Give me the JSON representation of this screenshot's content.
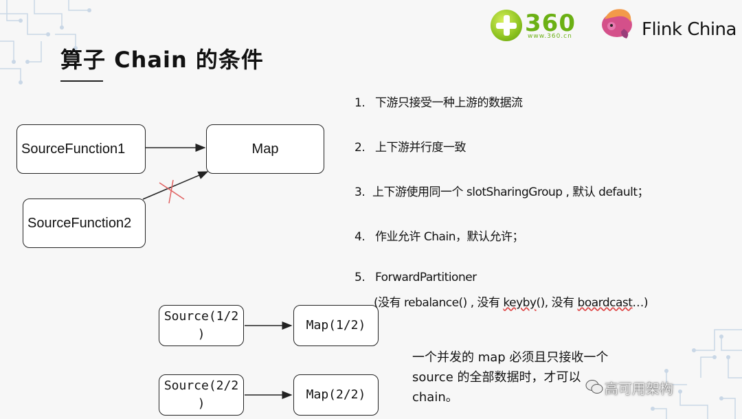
{
  "title": "算子 Chain 的条件",
  "logos": {
    "brand360": "360",
    "brand360_url": "www.360.cn",
    "flink": "Flink China"
  },
  "diagram_top": {
    "source1": "SourceFunction1",
    "source2": "SourceFunction2",
    "map": "Map"
  },
  "conditions": [
    {
      "num": "1.",
      "text": "下游只接受一种上游的数据流"
    },
    {
      "num": "2.",
      "text": "上下游并行度一致"
    },
    {
      "num": "3.",
      "text": "上下游使用同一个 slotSharingGroup , 默认 default；"
    },
    {
      "num": "4.",
      "text": "作业允许 Chain，默认允许；"
    },
    {
      "num": "5.",
      "text": "ForwardPartitioner"
    }
  ],
  "condition5_detail": {
    "part1": "(没有 rebalance() , 没有 ",
    "keyby": "keyby",
    "part2": "(), 没有 ",
    "boardcast": "boardcast",
    "part3": "…)"
  },
  "diagram_bottom": {
    "source_a_line1": "Source(1/2",
    "source_a_line2": ")",
    "map_a": "Map(1/2)",
    "source_b_line1": "Source(2/2",
    "source_b_line2": ")",
    "map_b": "Map(2/2)"
  },
  "note": "一个并发的 map 必须且只接收一个 source 的全部数据时，才可以chain。",
  "watermark": "高可用架构",
  "colors": {
    "logo_green": "#6bb014",
    "cross_red": "#e06060"
  }
}
